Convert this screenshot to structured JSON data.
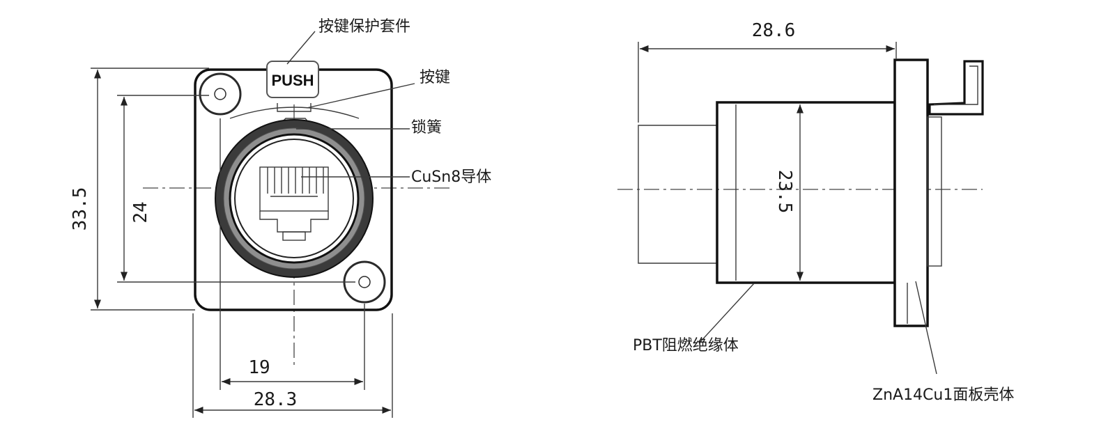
{
  "front_view": {
    "button_label": "PUSH",
    "callouts": {
      "button_cover": "按键保护套件",
      "button": "按键",
      "latch_spring": "锁簧",
      "conductor": "CuSn8导体"
    },
    "dimensions": {
      "overall_height": "33.5",
      "inner_height": "24",
      "hole_spacing": "19",
      "overall_width": "28.3"
    }
  },
  "side_view": {
    "callouts": {
      "insulator": "PBT阻燃绝缘体",
      "panel_housing": "ZnA14Cu1面板壳体"
    },
    "dimensions": {
      "overall_length": "28.6",
      "body_diameter": "23.5"
    }
  }
}
